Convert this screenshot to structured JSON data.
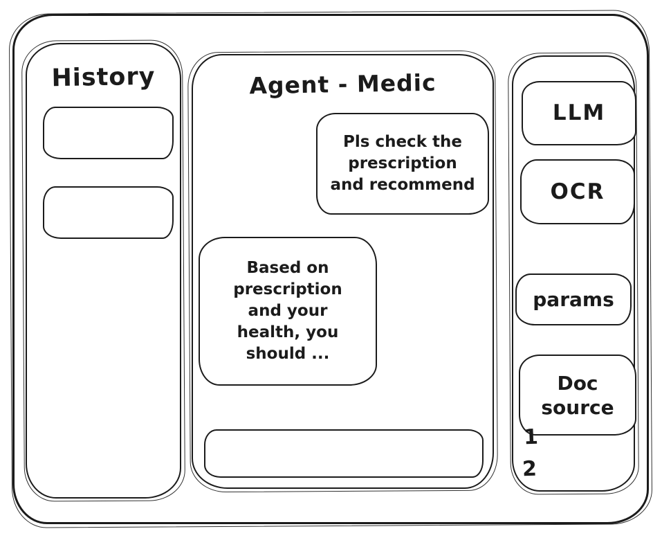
{
  "colors": {
    "stroke": "#1b1b1b",
    "background": "#ffffff"
  },
  "sidebar": {
    "title": "History",
    "items": [
      {
        "label": ""
      },
      {
        "label": ""
      }
    ]
  },
  "chat": {
    "title": "Agent - Medic",
    "messages": [
      {
        "role": "user",
        "text": "Pls check the\nprescription\nand recommend"
      },
      {
        "role": "assistant",
        "text": "Based on\nprescription\nand your\nhealth, you\nshould ..."
      }
    ],
    "input": {
      "value": "",
      "placeholder": ""
    }
  },
  "tools": {
    "buttons": [
      {
        "label": "LLM"
      },
      {
        "label": "OCR"
      },
      {
        "label": "params"
      },
      {
        "label": "Doc\nsource"
      }
    ],
    "doc_list": [
      {
        "label": "1"
      },
      {
        "label": "2"
      }
    ]
  }
}
